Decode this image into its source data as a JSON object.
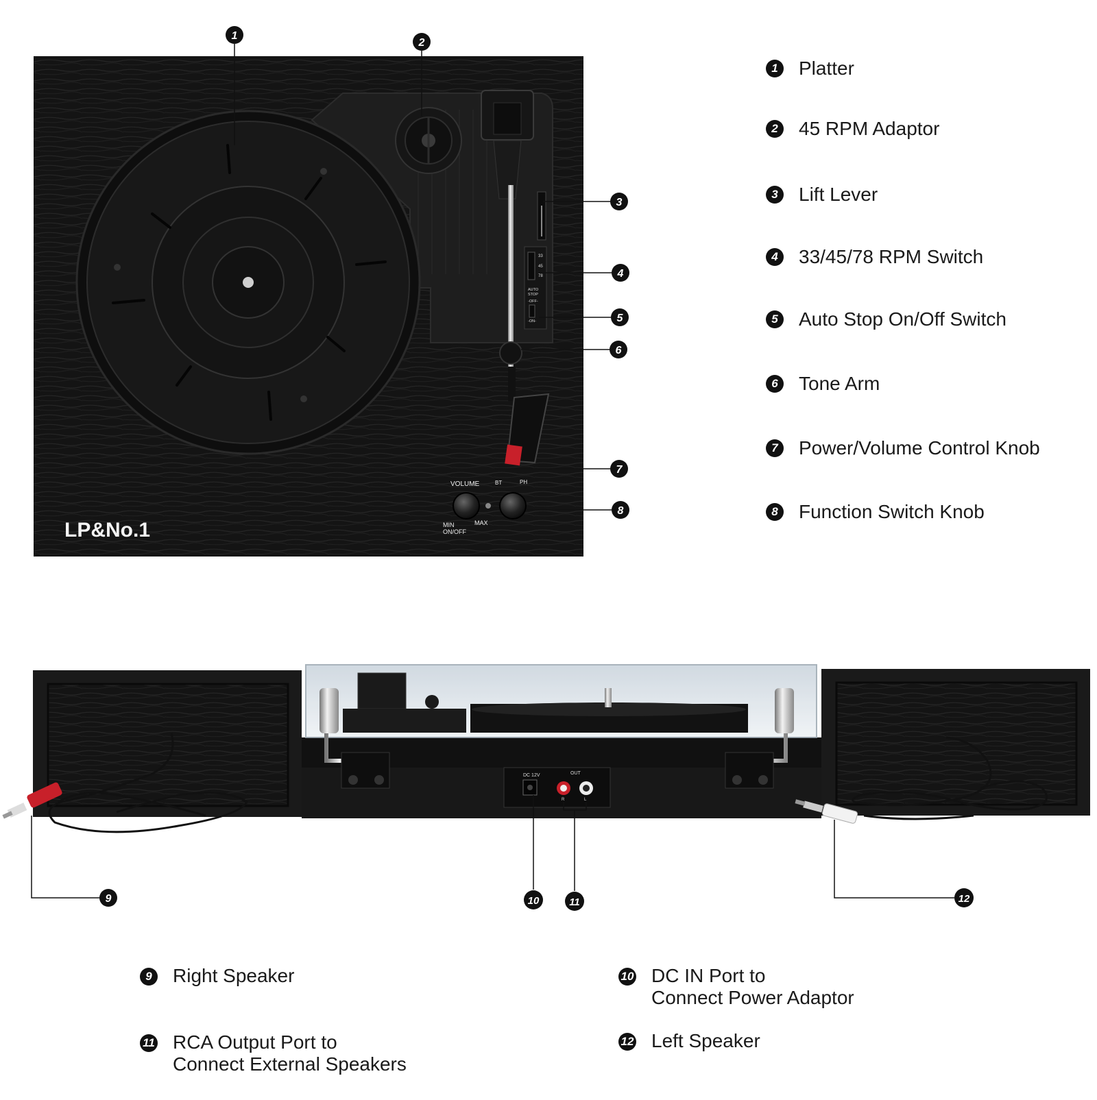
{
  "top_view": {
    "brand_logo": "LP&No.1",
    "panel_labels": {
      "volume": "VOLUME",
      "min": "MIN",
      "onoff": "ON/OFF",
      "max": "MAX",
      "bt": "BT",
      "ph": "PH",
      "auto": "AUTO",
      "stop": "STOP",
      "off": "-OFF-",
      "on": "-ON-",
      "speed_33": "33",
      "speed_45": "45",
      "speed_78": "78"
    },
    "callout_numbers": [
      "1",
      "2",
      "3",
      "4",
      "5",
      "6",
      "7",
      "8"
    ]
  },
  "rear_view": {
    "port_labels": {
      "dc": "DC 12V",
      "out": "OUT",
      "r": "R",
      "l": "L"
    },
    "callout_numbers": [
      "9",
      "10",
      "11",
      "12"
    ]
  },
  "legend_top": [
    {
      "num": "1",
      "label": "Platter"
    },
    {
      "num": "2",
      "label": "45 RPM Adaptor"
    },
    {
      "num": "3",
      "label": "Lift Lever"
    },
    {
      "num": "4",
      "label": "33/45/78 RPM Switch"
    },
    {
      "num": "5",
      "label": "Auto Stop On/Off Switch"
    },
    {
      "num": "6",
      "label": "Tone Arm"
    },
    {
      "num": "7",
      "label": "Power/Volume Control Knob"
    },
    {
      "num": "8",
      "label": "Function Switch Knob"
    }
  ],
  "legend_bottom": [
    {
      "num": "9",
      "line1": "Right Speaker",
      "line2": ""
    },
    {
      "num": "10",
      "line1": "DC IN Port to",
      "line2": "Connect Power Adaptor"
    },
    {
      "num": "11",
      "line1": "RCA Output Port to",
      "line2": "Connect External Speakers"
    },
    {
      "num": "12",
      "line1": "Left Speaker",
      "line2": ""
    }
  ],
  "colors": {
    "wood": "#141414",
    "plate": "#1e1e1e",
    "callout": "#111111",
    "red_plug": "#c8202a"
  }
}
